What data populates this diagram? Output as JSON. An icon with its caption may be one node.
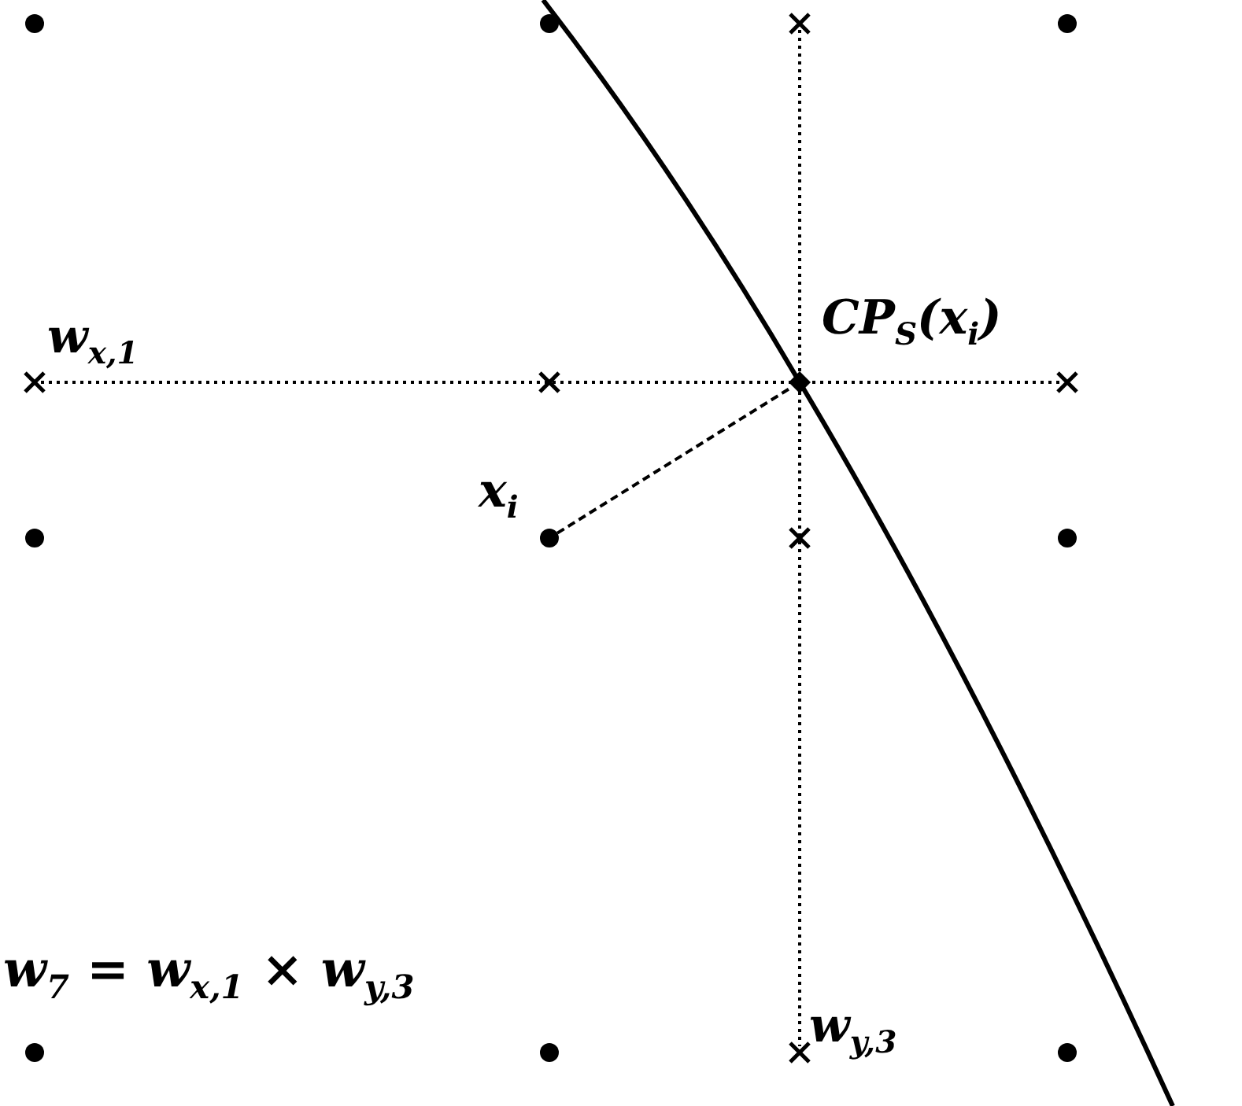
{
  "diagram": {
    "nodes": [
      {
        "text": [
          "x$_{i}$"
        ]
      },
      {
        "text": [
          "CP$_{S}$(x$_{i}$)"
        ]
      }
    ],
    "edges": [
      {
        "from": 0,
        "to": 1,
        "arrow": "none",
        "style": "dashed"
      }
    ],
    "labels": [
      "w$_{x,1}$",
      "w$_{7}$ = w$_{x,1}$ × w$_{y,3}$",
      "w$_{y,3}$"
    ]
  }
}
